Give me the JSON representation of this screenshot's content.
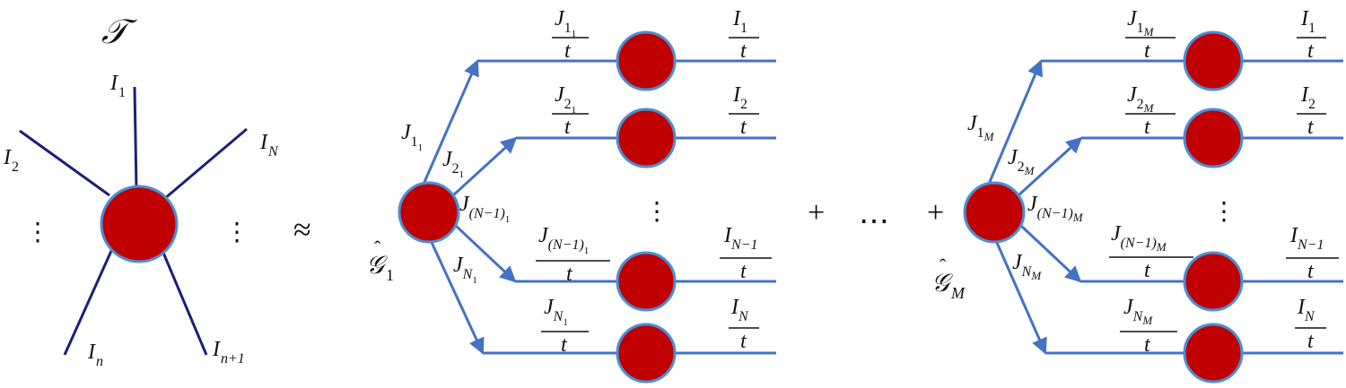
{
  "tensor": {
    "symbol": "𝒯",
    "legs": {
      "top": "1",
      "upper_left": "2",
      "upper_right": "N",
      "lower_left": "n",
      "lower_right": "n+1"
    },
    "leg_symbol": "I",
    "dots": "⋮"
  },
  "approx": "≈",
  "plus": "+",
  "ellipsis": "⋯",
  "group1": {
    "core_label": "𝒢",
    "core_sub": "1",
    "branches": [
      "J_{1_1}",
      "J_{2_1}",
      "J_{(N−1)_1}",
      "J_{N_1}"
    ],
    "branch_main": [
      "1",
      "2",
      "(N−1)",
      "N"
    ],
    "branch_sub": "1",
    "fractions": [
      "J_{1_1}/t",
      "J_{2_1}/t",
      "J_{(N−1)_1}/t",
      "J_{N_1}/t"
    ],
    "outputs": [
      "1",
      "2",
      "N−1",
      "N"
    ],
    "denominator": "t",
    "dots": "⋮"
  },
  "groupM": {
    "core_label": "𝒢",
    "core_sub": "M",
    "branch_main": [
      "1",
      "2",
      "(N−1)",
      "N"
    ],
    "branch_sub": "M",
    "outputs": [
      "1",
      "2",
      "N−1",
      "N"
    ],
    "denominator": "t",
    "dots": "⋮"
  },
  "colors": {
    "node_fill": "#c00000",
    "node_stroke": "#4a8fd4",
    "edge": "#4472c4",
    "tensor_leg": "#1c1f7a"
  }
}
